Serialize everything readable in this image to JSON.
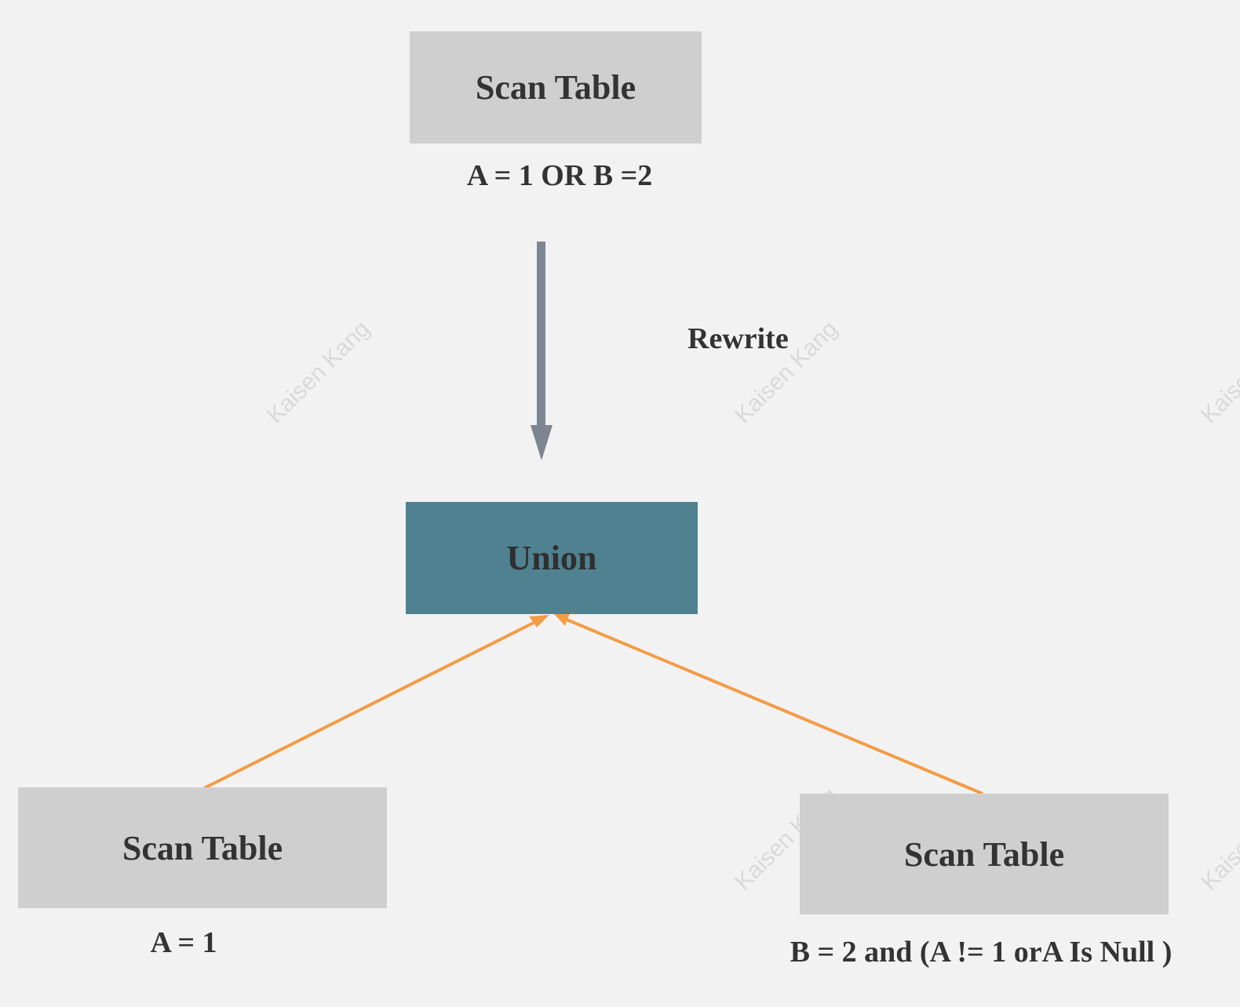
{
  "colors": {
    "background": "#f2f2f2",
    "scan_box": "#cfcfcf",
    "union_box": "#4f8190",
    "rewrite_arrow": "#7d8590",
    "input_arrows": "#f39c45"
  },
  "nodes": {
    "top_scan": {
      "label": "Scan Table",
      "condition": "A = 1 OR B =2"
    },
    "union": {
      "label": "Union"
    },
    "left_scan": {
      "label": "Scan Table",
      "condition": "A = 1"
    },
    "right_scan": {
      "label": "Scan Table",
      "condition": "B = 2 and (A != 1 orA Is Null )"
    }
  },
  "edges": {
    "rewrite": {
      "label": "Rewrite"
    }
  },
  "watermark": {
    "text": "Kaisen Kang"
  }
}
